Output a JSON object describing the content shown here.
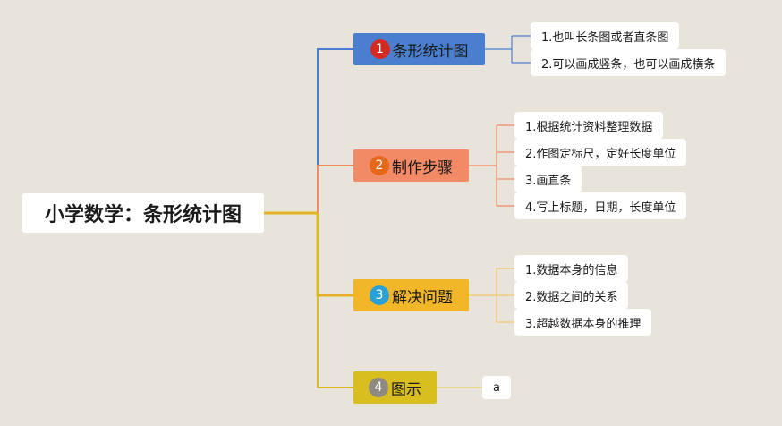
{
  "root": {
    "title": "小学数学：条形统计图"
  },
  "branches": [
    {
      "number": "1",
      "label": "条形统计图",
      "color": "#4a7fcf",
      "badge_color": "#d42a22",
      "items": [
        "1.也叫长条图或者直条图",
        "2.可以画成竖条，也可以画成横条"
      ]
    },
    {
      "number": "2",
      "label": "制作步骤",
      "color": "#f28a66",
      "badge_color": "#e8681a",
      "items": [
        "1.根据统计资料整理数据",
        "2.作图定标尺，定好长度单位",
        "3.画直条",
        "4.写上标题，日期，长度单位"
      ]
    },
    {
      "number": "3",
      "label": "解决问题",
      "color": "#f2b728",
      "badge_color": "#2aa0d8",
      "items": [
        "1.数据本身的信息",
        "2.数据之间的关系",
        "3.超越数据本身的推理"
      ]
    },
    {
      "number": "4",
      "label": "图示",
      "color": "#d9be1f",
      "badge_color": "#8e8a82",
      "items": [
        "a"
      ]
    }
  ]
}
